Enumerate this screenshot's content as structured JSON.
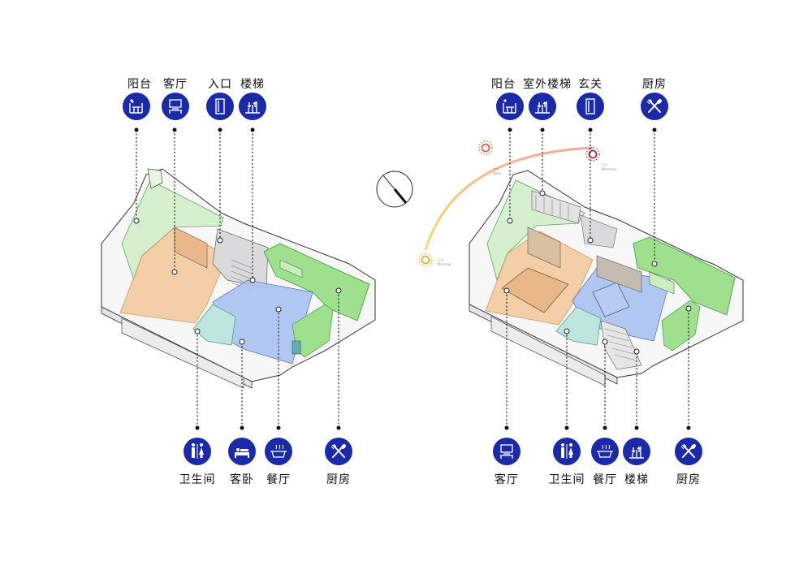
{
  "colors": {
    "badge": "#1a2aa8",
    "living_zone": "#f4c79a",
    "wet_zone": "#bfe6de",
    "dining_zone": "#a9c2f2",
    "kitchen_zone": "#9fe08f",
    "balcony_zone": "#d6f0cf",
    "stair_zone": "#d8dadc"
  },
  "left_plan": {
    "top_labels": [
      {
        "text": "阳台",
        "icon": "balcony-icon"
      },
      {
        "text": "客厅",
        "icon": "living-room-icon"
      },
      {
        "text": "入口",
        "icon": "entrance-door-icon"
      },
      {
        "text": "楼梯",
        "icon": "stairs-icon"
      }
    ],
    "bottom_labels": [
      {
        "text": "卫生间",
        "icon": "restroom-icon"
      },
      {
        "text": "客卧",
        "icon": "guest-bed-icon"
      },
      {
        "text": "餐厅",
        "icon": "dining-pot-icon"
      },
      {
        "text": "厨房",
        "icon": "kitchen-utensils-icon"
      }
    ]
  },
  "right_plan": {
    "top_labels": [
      {
        "text": "阳台",
        "icon": "balcony-icon"
      },
      {
        "text": "室外楼梯",
        "icon": "stairs-icon"
      },
      {
        "text": "玄关",
        "icon": "entrance-door-icon"
      },
      {
        "text": "厨房",
        "icon": "kitchen-utensils-icon"
      }
    ],
    "bottom_labels": [
      {
        "text": "客厅",
        "icon": "living-room-icon"
      },
      {
        "text": "卫生间",
        "icon": "restroom-icon"
      },
      {
        "text": "餐厅",
        "icon": "dining-pot-icon"
      },
      {
        "text": "楼梯",
        "icon": "stairs-icon"
      },
      {
        "text": "厨房",
        "icon": "kitchen-utensils-icon"
      }
    ]
  },
  "sun_path": {
    "afternoon_label": [
      "下午",
      "Afternoon"
    ],
    "noon_label": [
      "中午",
      "Noon"
    ],
    "morning_label": [
      "上午",
      "Morning"
    ]
  }
}
